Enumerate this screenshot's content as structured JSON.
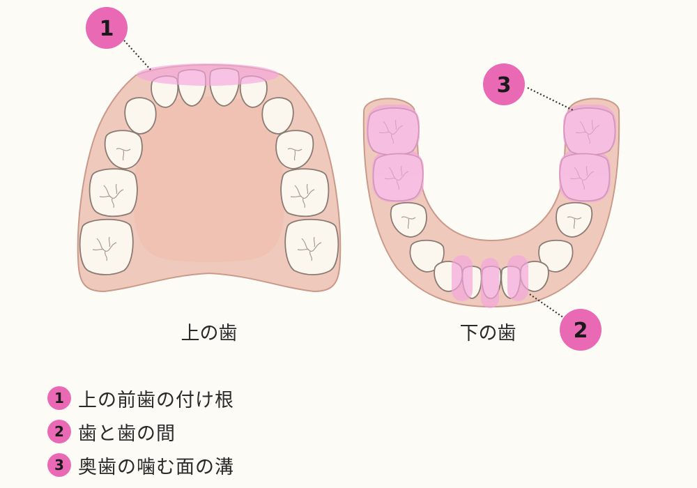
{
  "colors": {
    "background": "#fdfbf6",
    "gum": "#efc9bb",
    "gum_outline": "#c9998a",
    "tooth": "#fbf6ee",
    "tooth_outline": "#8a7a72",
    "highlight": "#f4a6dd",
    "badge": "#e969b4",
    "text": "#2a2a2a"
  },
  "upper_jaw": {
    "label": "上の歯"
  },
  "lower_jaw": {
    "label": "下の歯"
  },
  "callouts": [
    {
      "number": "1"
    },
    {
      "number": "2"
    },
    {
      "number": "3"
    }
  ],
  "legend": [
    {
      "number": "1",
      "text": "上の前歯の付け根"
    },
    {
      "number": "2",
      "text": "歯と歯の間"
    },
    {
      "number": "3",
      "text": "奥歯の噛む面の溝"
    }
  ]
}
